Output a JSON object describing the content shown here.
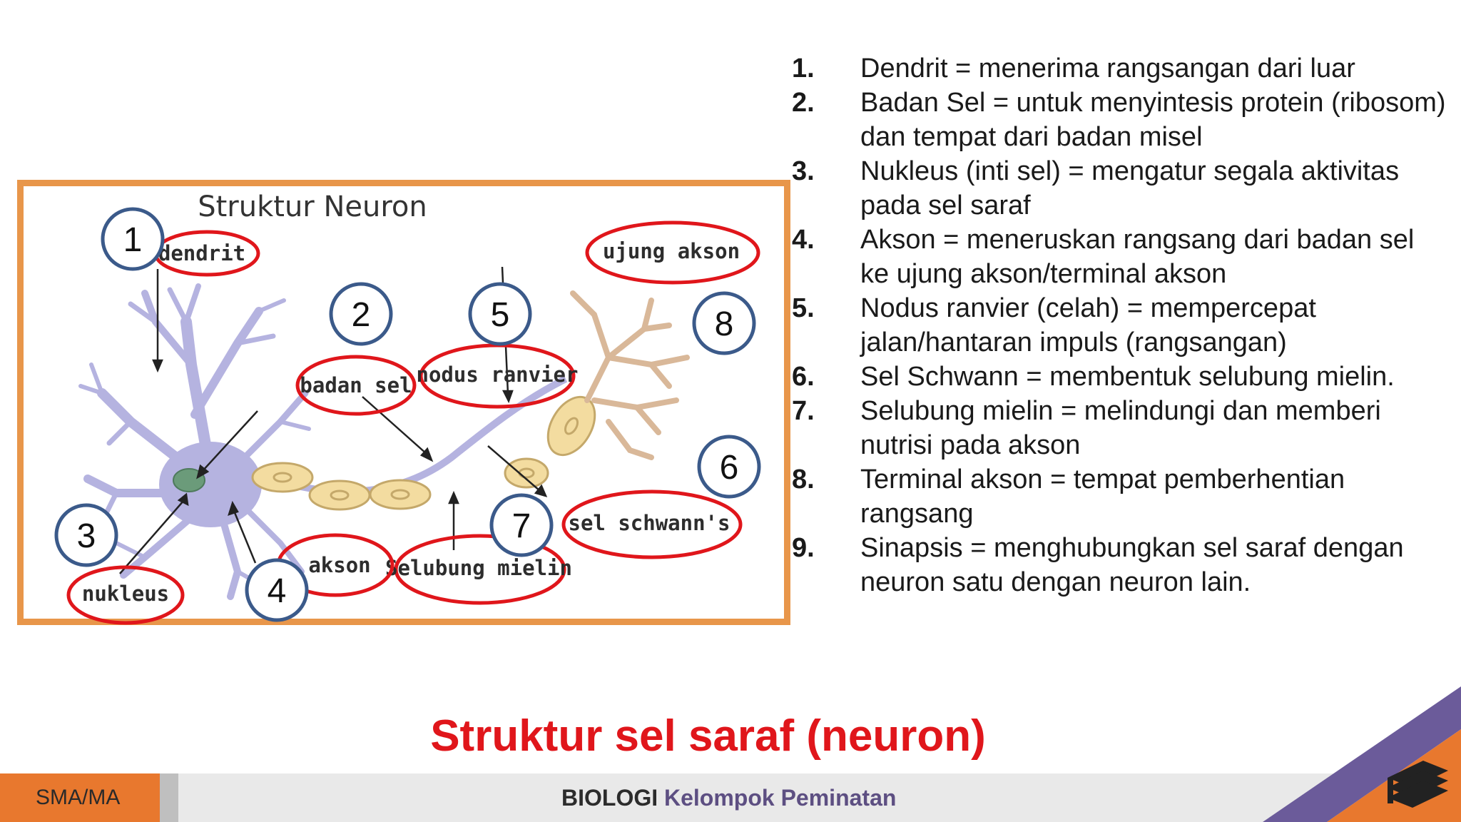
{
  "diagram": {
    "title": "Struktur Neuron",
    "labels": {
      "dendrit": "dendrit",
      "badan_sel": "badan sel",
      "nodus_ranvier": "nodus ranvier",
      "ujung_akson": "ujung akson",
      "sel_schwann": "sel schwann's",
      "selubung_mielin": "Selubung mielin",
      "akson": "akson",
      "nukleus": "nukleus"
    },
    "markers": [
      "1",
      "2",
      "3",
      "4",
      "5",
      "6",
      "7",
      "8"
    ]
  },
  "functions": [
    {
      "num": "1.",
      "text": "Dendrit = menerima rangsangan dari luar"
    },
    {
      "num": "2.",
      "text": "Badan Sel = untuk menyintesis protein (ribosom) dan tempat dari badan misel"
    },
    {
      "num": "3.",
      "text": "Nukleus (inti sel) = mengatur segala aktivitas pada sel saraf"
    },
    {
      "num": "4.",
      "text": "Akson = meneruskan rangsang dari badan sel ke ujung akson/terminal akson"
    },
    {
      "num": "5.",
      "text": "Nodus ranvier (celah) = mempercepat jalan/hantaran impuls (rangsangan)"
    },
    {
      "num": "6.",
      "text": "Sel Schwann = membentuk selubung mielin."
    },
    {
      "num": "7.",
      "text": "Selubung mielin = melindungi dan memberi nutrisi pada akson"
    },
    {
      "num": "8.",
      "text": "Terminal akson = tempat pemberhentian rangsang"
    },
    {
      "num": "9.",
      "text": "Sinapsis = menghubungkan sel saraf dengan neuron satu dengan neuron lain."
    }
  ],
  "caption": "Struktur sel saraf (neuron)",
  "footer": {
    "level": "SMA/MA",
    "subject": "BIOLOGI",
    "group": "Kelompok Peminatan"
  },
  "colors": {
    "frame": "#e8964a",
    "label_ring": "#e0161b",
    "marker_ring": "#3b5a8a",
    "neuron_body": "#b5b3e0",
    "myelin": "#f3dca0",
    "nucleus": "#6b9b7a",
    "caption": "#e0161b",
    "footer_orange": "#e8782e",
    "footer_group": "#5d4f82"
  },
  "icons": [
    "book-stack-icon"
  ]
}
